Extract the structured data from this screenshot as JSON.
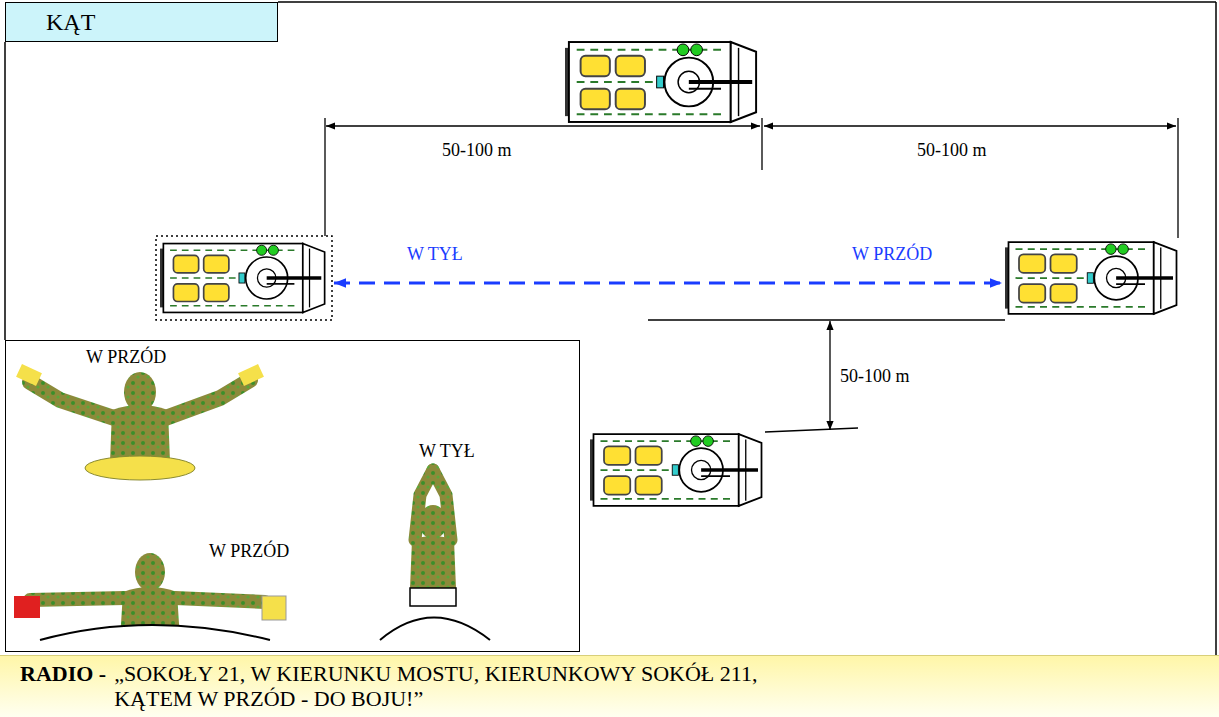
{
  "diagram": {
    "title": "KĄT",
    "nodes": [
      {
        "text": [
          "W PRZÓD",
          "W TYŁ",
          "W PRZÓD"
        ]
      },
      {
        "text": [
          "RADIO -",
          "„SOKOŁY 21, W KIERUNKU MOSTU, KIERUNKOWY SOKÓŁ 211, KĄTEM W PRZÓD - DO BOJU!”"
        ]
      }
    ],
    "labels": [
      "50-100 m",
      "50-100 m",
      "W TYŁ",
      "W PRZÓD",
      "50-100 m"
    ]
  }
}
